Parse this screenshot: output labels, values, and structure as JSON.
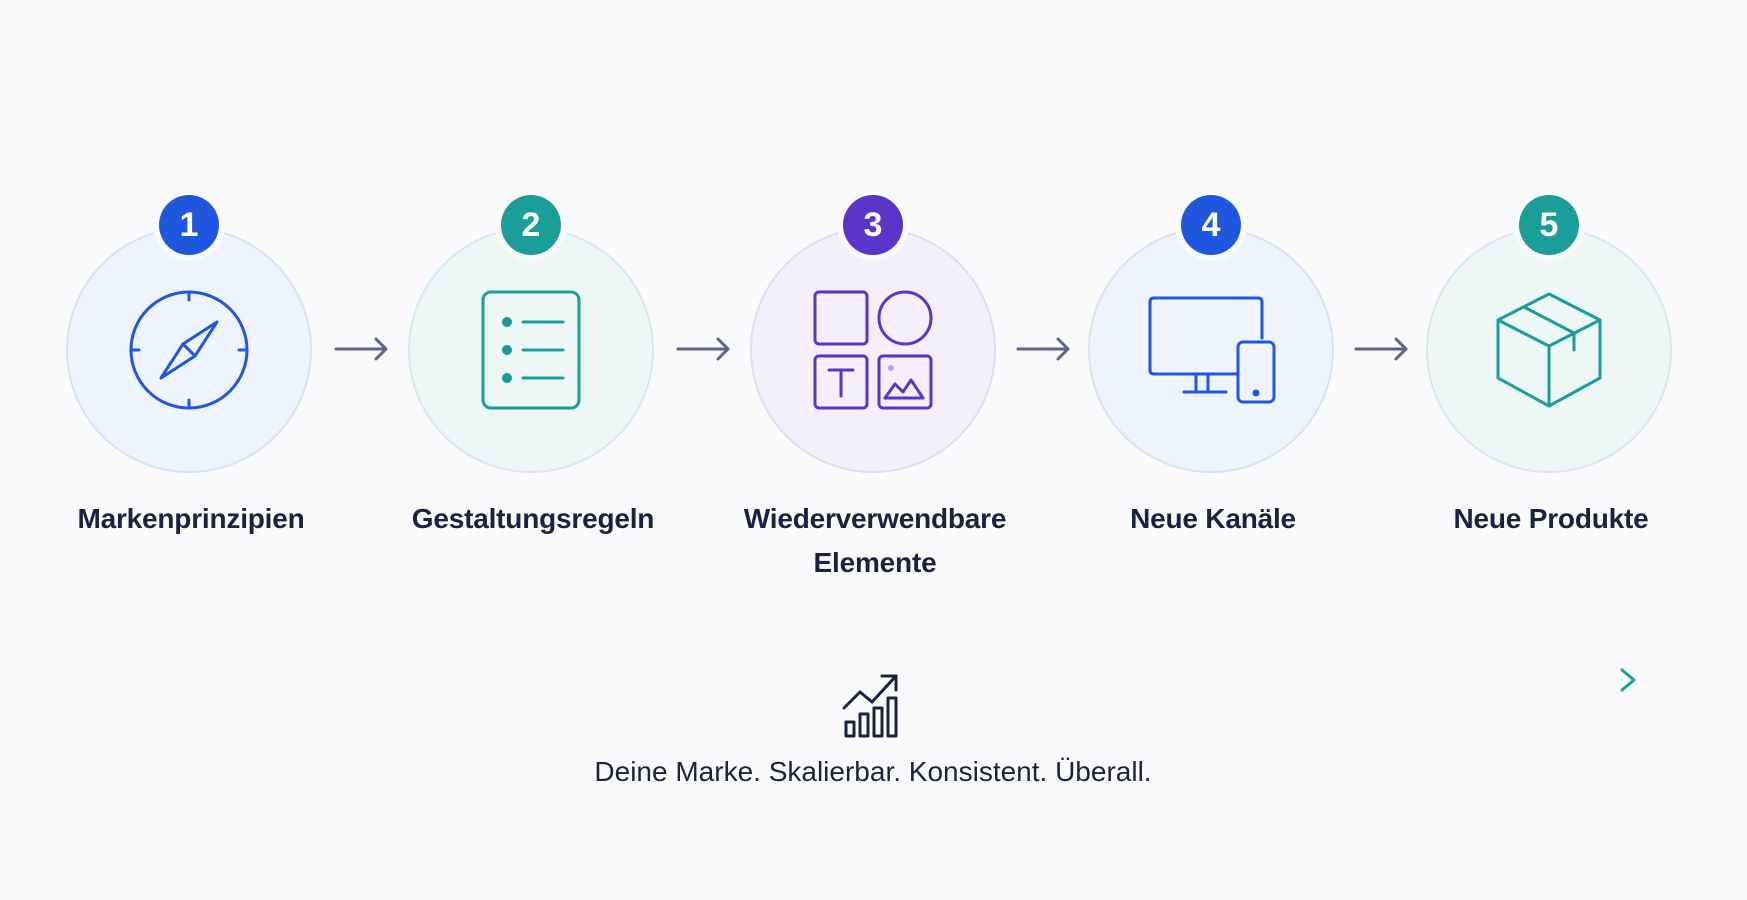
{
  "steps": [
    {
      "number": "1",
      "label": "Markenprinzipien",
      "icon": "compass-icon",
      "color": "#1f57e0",
      "tint": "#eff3fd",
      "ring": "#d6e1fa"
    },
    {
      "number": "2",
      "label": "Gestaltungsregeln",
      "icon": "checklist-icon",
      "color": "#1a9e9a",
      "tint": "#edf7f6",
      "ring": "#d2ecea"
    },
    {
      "number": "3",
      "label": "Wiederverwendbare Elemente",
      "icon": "components-icon",
      "color": "#5b35c9",
      "tint": "#f3f0fc",
      "ring": "#e2dbf6"
    },
    {
      "number": "4",
      "label": "Neue Kanäle",
      "icon": "devices-icon",
      "color": "#1f57e0",
      "tint": "#eff3fd",
      "ring": "#d6e1fa"
    },
    {
      "number": "5",
      "label": "Neue Produkte",
      "icon": "box-icon",
      "color": "#1a9e9a",
      "tint": "#edf7f6",
      "ring": "#d2ecea"
    }
  ],
  "footer": {
    "icon": "growth-chart-icon",
    "tagline": "Deine Marke. Skalierbar. Konsistent. Überall."
  },
  "colors": {
    "text": "#1a2240",
    "arrow": "#5d6389",
    "line_start": "#3a9fc4",
    "line_mid": "#5b35c9",
    "line_end": "#1a9e9a"
  }
}
